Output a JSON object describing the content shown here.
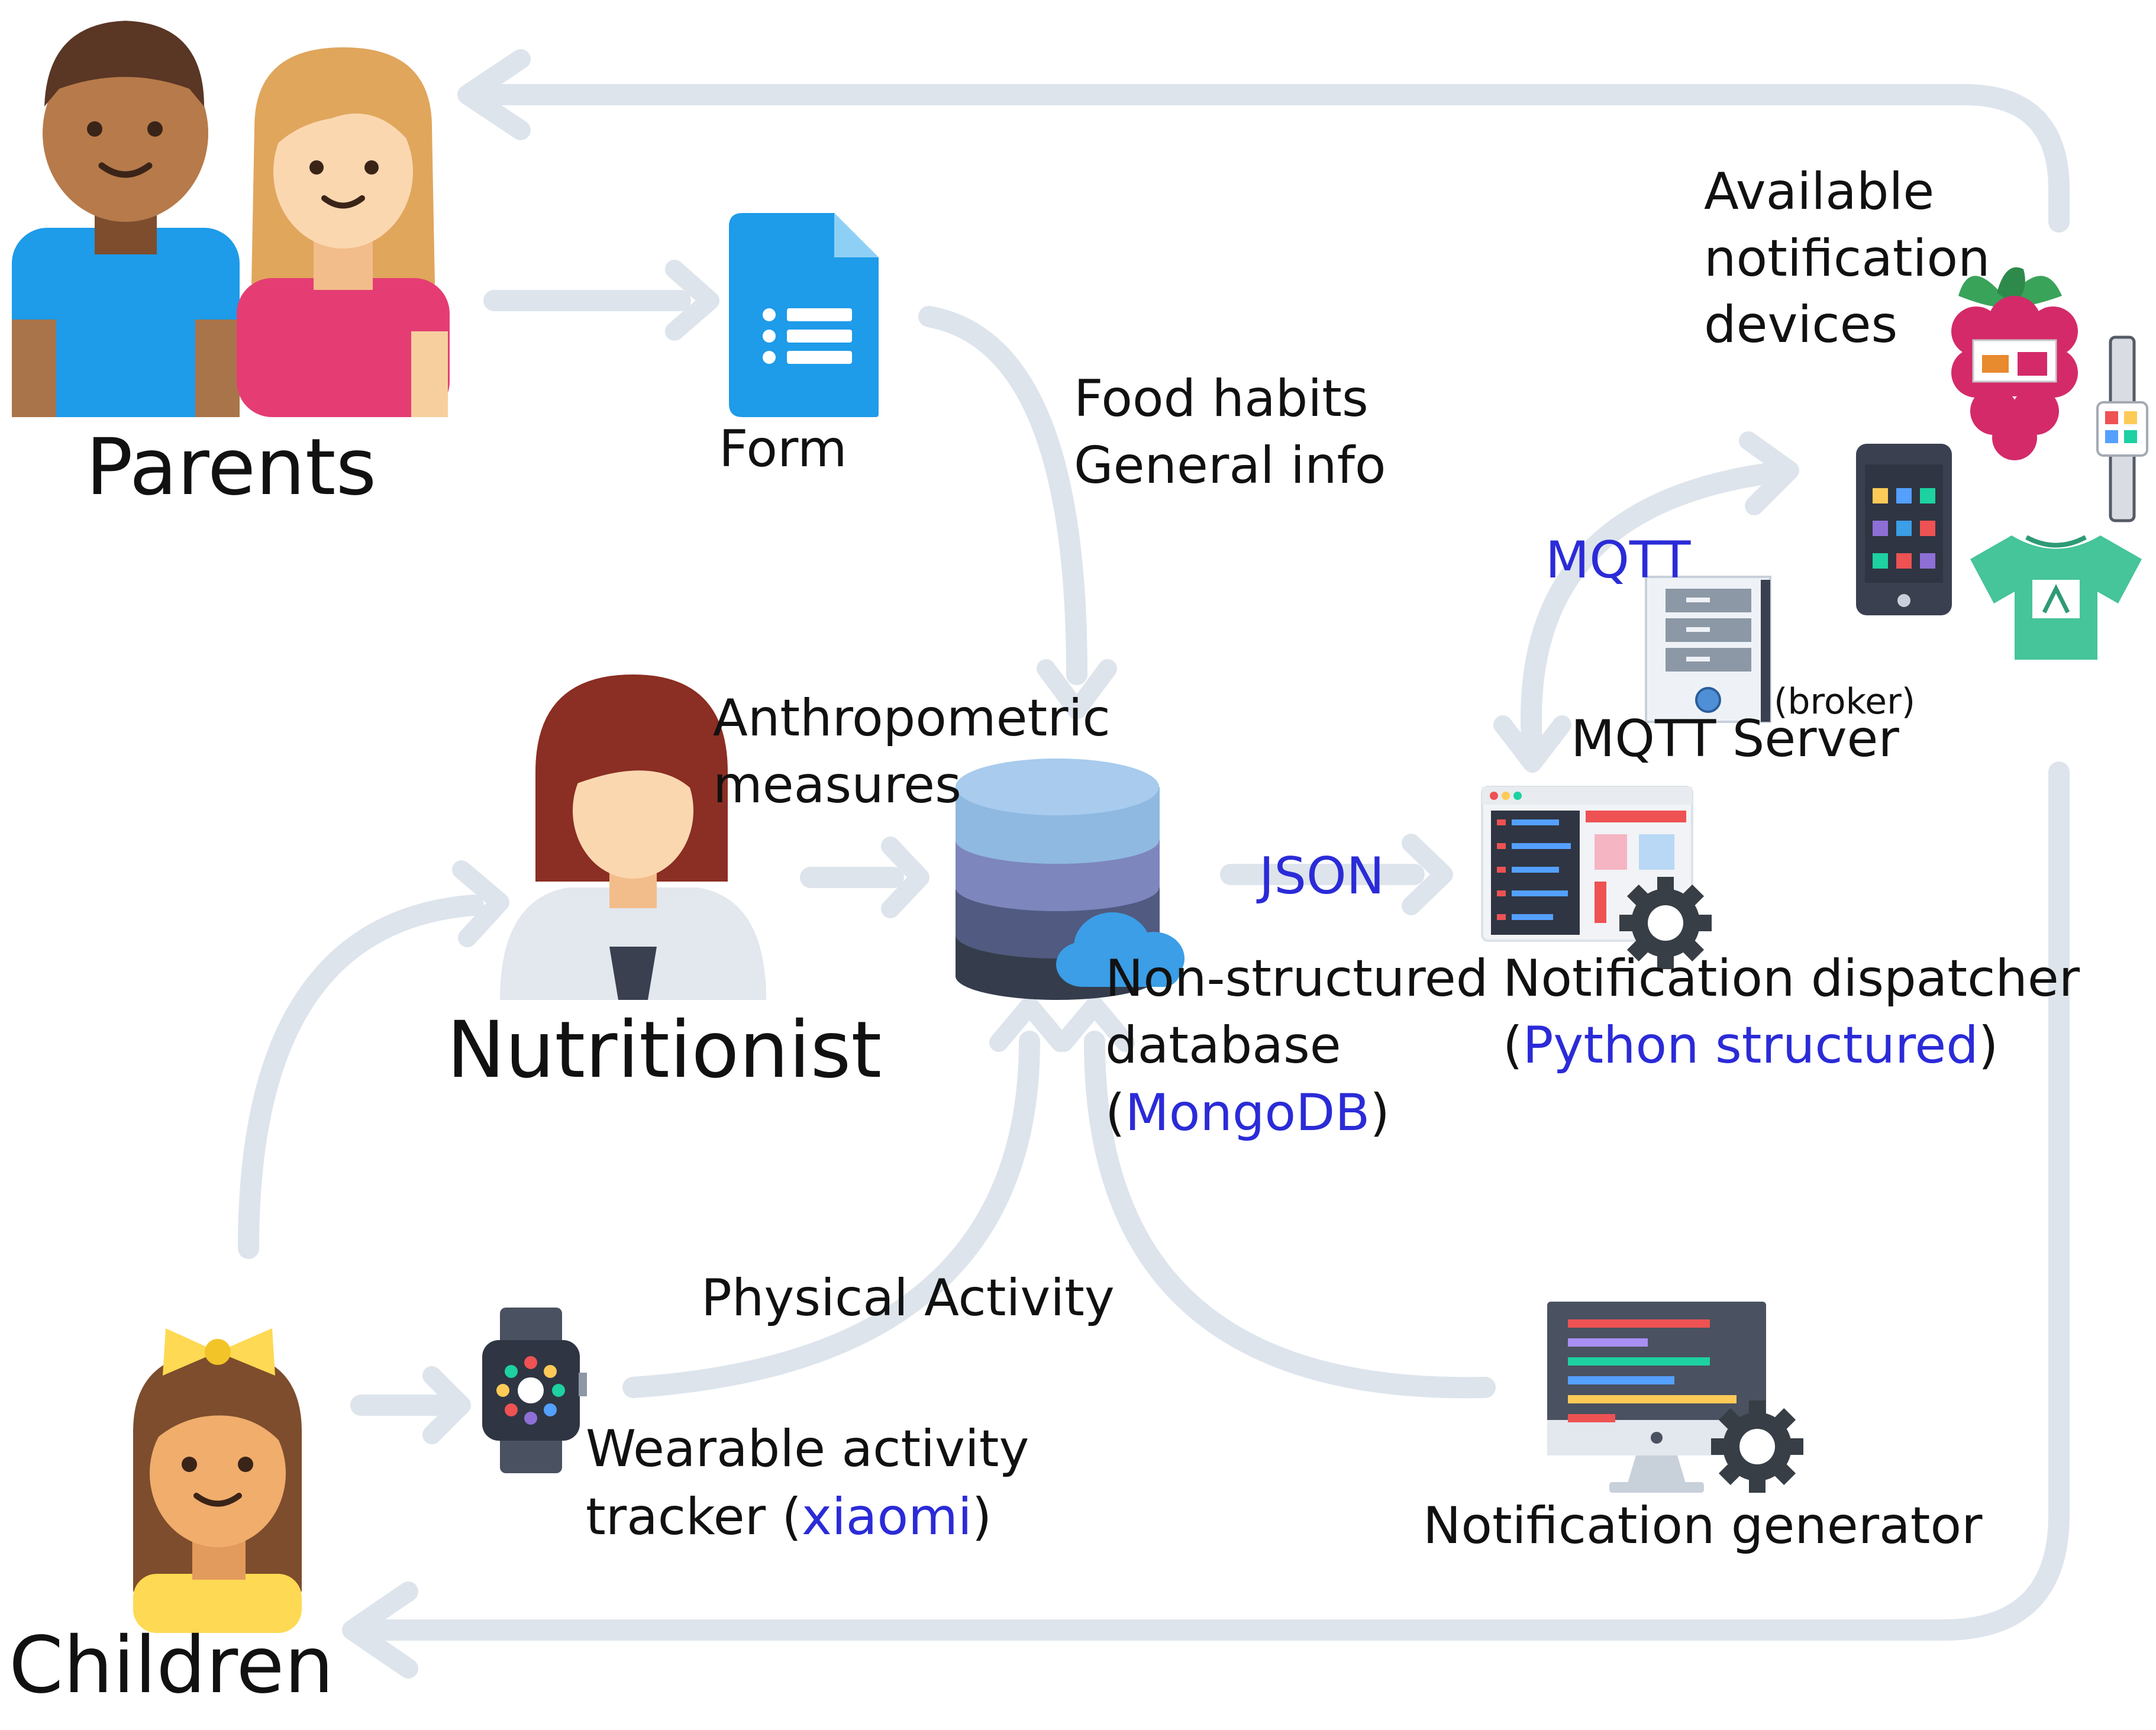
{
  "labels": {
    "parents": "Parents",
    "form": "Form",
    "food_habits": "Food habits",
    "general_info": "General info",
    "available_1": "Available",
    "available_2": "notification",
    "available_3": "devices",
    "mqtt": "MQTT",
    "broker": "(broker)",
    "mqtt_server": "MQTT Server",
    "anthropometric_1": "Anthropometric",
    "anthropometric_2": "measures",
    "nutritionist": "Nutritionist",
    "json": "JSON",
    "db_1": "Non-structured",
    "db_2": "database",
    "paren_open": "(",
    "mongodb": "MongoDB",
    "paren_close": ")",
    "dispatcher_1": "Notification dispatcher",
    "python_structured": "Python structured",
    "physical_activity": "Physical Activity",
    "wearable_1": "Wearable activity",
    "tracker": "tracker",
    "xiaomi": "xiaomi",
    "notification_generator": "Notification generator",
    "children": "Children"
  },
  "colors": {
    "arrow": "#dde4ec",
    "highlight_text": "#2b2bd8",
    "form_blue": "#1e9be9",
    "db_top": "#8fb9e0",
    "db_mid": "#7d86bd",
    "db_low": "#515a80",
    "db_base": "#353d4c",
    "cloud": "#3b9ee6",
    "raspberry": "#d42a6a",
    "tshirt": "#46c49a",
    "gear": "#383e46"
  },
  "icons": [
    "father-icon",
    "mother-icon",
    "form-document-icon",
    "nutritionist-icon",
    "database-icon",
    "cloud-icon",
    "server-icon",
    "dispatcher-window-icon",
    "gear-icon",
    "raspberry-pi-icon",
    "smartphone-icon",
    "smart-tshirt-icon",
    "smart-band-icon",
    "smartwatch-icon",
    "child-girl-icon",
    "monitor-code-icon"
  ]
}
